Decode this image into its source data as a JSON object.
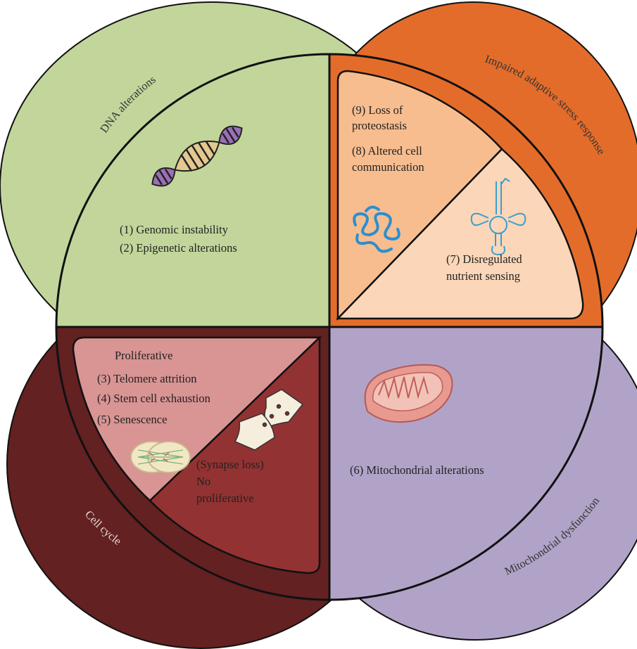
{
  "outer_labels": {
    "dna": "DNA alterations",
    "stress": "Impaired adaptive stress response",
    "cell_cycle": "Cell cycle",
    "mito": "Mitochondrial dysfunction"
  },
  "top_left": {
    "line1": "(1) Genomic instability",
    "line2": "(2) Epigenetic alterations"
  },
  "top_right": {
    "item9_a": "(9) Loss of",
    "item9_b": "proteostasis",
    "item8_a": "(8) Altered cell",
    "item8_b": "communication",
    "item7_a": "(7) Disregulated",
    "item7_b": "nutrient sensing"
  },
  "bottom_left": {
    "heading": "Proliferative",
    "item3": "(3) Telomere attrition",
    "item4": "(4) Stem cell exhaustion",
    "item5": "(5) Senescence",
    "np_a": "(Synapse loss)",
    "np_b": "No",
    "np_c": "proliferative"
  },
  "bottom_right": {
    "item6": "(6) Mitochondrial alterations"
  },
  "colors": {
    "green": "#c2d69b",
    "orange": "#e46c2a",
    "maroon": "#632121",
    "purple": "#b1a3c8",
    "inner_maroon": "#933232",
    "light_pink": "#d99494",
    "peach": "#f7bd8f",
    "light_peach": "#fbd6b8"
  },
  "icons": [
    "dna-icon",
    "protein-coil-icon",
    "trna-icon",
    "mitotic-cell-icon",
    "synapse-icon",
    "mitochondrion-icon"
  ]
}
